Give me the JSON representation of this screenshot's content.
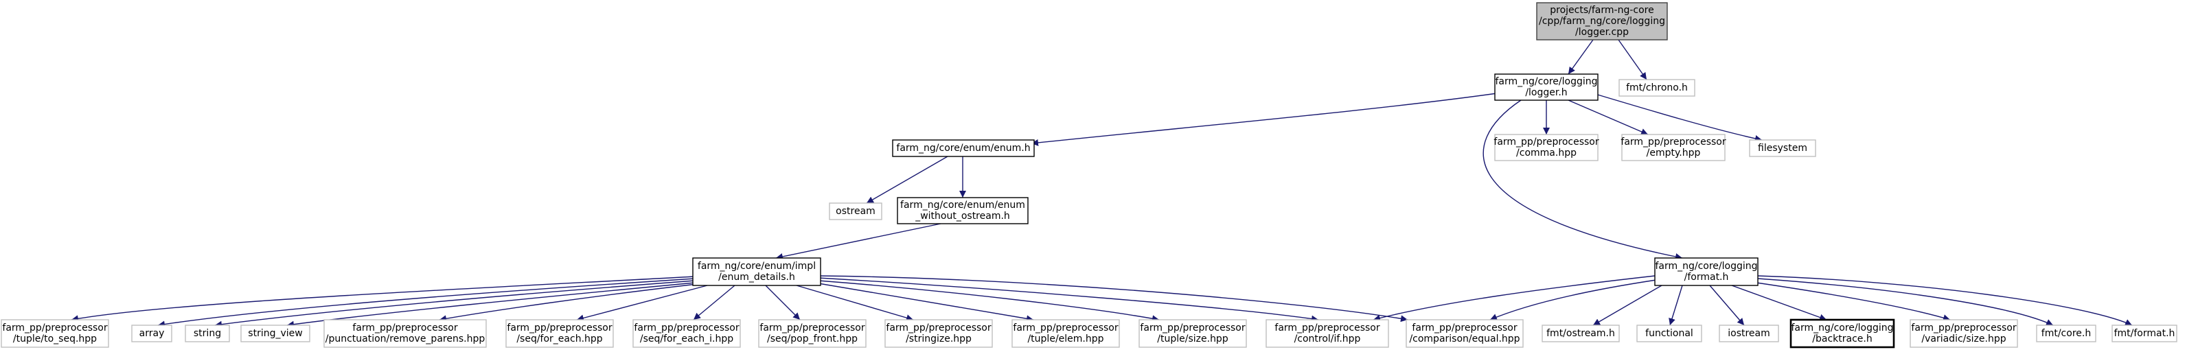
{
  "graph": {
    "title": "projects/farm-ng-core/cpp/farm_ng/core/logging/logger.cpp",
    "colors": {
      "edge": "#191970",
      "root_fill": "#bfbfbf",
      "root_stroke": "#404040",
      "node_stroke": "#000000",
      "external_stroke": "#bfbfbf",
      "text": "#000000"
    },
    "nodes": [
      {
        "id": "logger_cpp",
        "lines": [
          "projects/farm-ng-core",
          "/cpp/farm_ng/core/logging",
          "/logger.cpp"
        ],
        "style": "root"
      },
      {
        "id": "logger_h",
        "lines": [
          "farm_ng/core/logging",
          "/logger.h"
        ],
        "style": "internal"
      },
      {
        "id": "fmt_chrono",
        "lines": [
          "fmt/chrono.h"
        ],
        "style": "external"
      },
      {
        "id": "enum_h",
        "lines": [
          "farm_ng/core/enum/enum.h"
        ],
        "style": "internal"
      },
      {
        "id": "comma_hpp",
        "lines": [
          "farm_pp/preprocessor",
          "/comma.hpp"
        ],
        "style": "external"
      },
      {
        "id": "empty_hpp",
        "lines": [
          "farm_pp/preprocessor",
          "/empty.hpp"
        ],
        "style": "external"
      },
      {
        "id": "filesystem",
        "lines": [
          "filesystem"
        ],
        "style": "external"
      },
      {
        "id": "ostream",
        "lines": [
          "ostream"
        ],
        "style": "external"
      },
      {
        "id": "enum_wo_ostream",
        "lines": [
          "farm_ng/core/enum/enum",
          "_without_ostream.h"
        ],
        "style": "internal"
      },
      {
        "id": "enum_details",
        "lines": [
          "farm_ng/core/enum/impl",
          "/enum_details.h"
        ],
        "style": "internal"
      },
      {
        "id": "format_h",
        "lines": [
          "farm_ng/core/logging",
          "/format.h"
        ],
        "style": "internal"
      },
      {
        "id": "tuple_to_seq",
        "lines": [
          "farm_pp/preprocessor",
          "/tuple/to_seq.hpp"
        ],
        "style": "external"
      },
      {
        "id": "array",
        "lines": [
          "array"
        ],
        "style": "external"
      },
      {
        "id": "string",
        "lines": [
          "string"
        ],
        "style": "external"
      },
      {
        "id": "string_view",
        "lines": [
          "string_view"
        ],
        "style": "external"
      },
      {
        "id": "remove_parens",
        "lines": [
          "farm_pp/preprocessor",
          "/punctuation/remove_parens.hpp"
        ],
        "style": "external"
      },
      {
        "id": "for_each",
        "lines": [
          "farm_pp/preprocessor",
          "/seq/for_each.hpp"
        ],
        "style": "external"
      },
      {
        "id": "for_each_i",
        "lines": [
          "farm_pp/preprocessor",
          "/seq/for_each_i.hpp"
        ],
        "style": "external"
      },
      {
        "id": "pop_front",
        "lines": [
          "farm_pp/preprocessor",
          "/seq/pop_front.hpp"
        ],
        "style": "external"
      },
      {
        "id": "stringize",
        "lines": [
          "farm_pp/preprocessor",
          "/stringize.hpp"
        ],
        "style": "external"
      },
      {
        "id": "tuple_elem",
        "lines": [
          "farm_pp/preprocessor",
          "/tuple/elem.hpp"
        ],
        "style": "external"
      },
      {
        "id": "tuple_size",
        "lines": [
          "farm_pp/preprocessor",
          "/tuple/size.hpp"
        ],
        "style": "external"
      },
      {
        "id": "control_if",
        "lines": [
          "farm_pp/preprocessor",
          "/control/if.hpp"
        ],
        "style": "external"
      },
      {
        "id": "comparison_equal",
        "lines": [
          "farm_pp/preprocessor",
          "/comparison/equal.hpp"
        ],
        "style": "external"
      },
      {
        "id": "fmt_ostream",
        "lines": [
          "fmt/ostream.h"
        ],
        "style": "external"
      },
      {
        "id": "functional",
        "lines": [
          "functional"
        ],
        "style": "external"
      },
      {
        "id": "iostream",
        "lines": [
          "iostream"
        ],
        "style": "external"
      },
      {
        "id": "backtrace_h",
        "lines": [
          "farm_ng/core/logging",
          "/backtrace.h"
        ],
        "style": "internal-bold"
      },
      {
        "id": "variadic_size",
        "lines": [
          "farm_pp/preprocessor",
          "/variadic/size.hpp"
        ],
        "style": "external"
      },
      {
        "id": "fmt_core",
        "lines": [
          "fmt/core.h"
        ],
        "style": "external"
      },
      {
        "id": "fmt_format",
        "lines": [
          "fmt/format.h"
        ],
        "style": "external"
      }
    ],
    "edges": [
      {
        "from": "logger_cpp",
        "to": "logger_h"
      },
      {
        "from": "logger_cpp",
        "to": "fmt_chrono"
      },
      {
        "from": "logger_h",
        "to": "enum_h"
      },
      {
        "from": "logger_h",
        "to": "format_h"
      },
      {
        "from": "logger_h",
        "to": "comma_hpp"
      },
      {
        "from": "logger_h",
        "to": "empty_hpp"
      },
      {
        "from": "logger_h",
        "to": "filesystem"
      },
      {
        "from": "enum_h",
        "to": "ostream"
      },
      {
        "from": "enum_h",
        "to": "enum_wo_ostream"
      },
      {
        "from": "enum_wo_ostream",
        "to": "enum_details"
      },
      {
        "from": "enum_details",
        "to": "tuple_to_seq"
      },
      {
        "from": "enum_details",
        "to": "array"
      },
      {
        "from": "enum_details",
        "to": "string"
      },
      {
        "from": "enum_details",
        "to": "string_view"
      },
      {
        "from": "enum_details",
        "to": "remove_parens"
      },
      {
        "from": "enum_details",
        "to": "for_each"
      },
      {
        "from": "enum_details",
        "to": "for_each_i"
      },
      {
        "from": "enum_details",
        "to": "pop_front"
      },
      {
        "from": "enum_details",
        "to": "stringize"
      },
      {
        "from": "enum_details",
        "to": "tuple_elem"
      },
      {
        "from": "enum_details",
        "to": "tuple_size"
      },
      {
        "from": "enum_details",
        "to": "control_if"
      },
      {
        "from": "enum_details",
        "to": "comparison_equal"
      },
      {
        "from": "format_h",
        "to": "control_if"
      },
      {
        "from": "format_h",
        "to": "comparison_equal"
      },
      {
        "from": "format_h",
        "to": "fmt_ostream"
      },
      {
        "from": "format_h",
        "to": "functional"
      },
      {
        "from": "format_h",
        "to": "iostream"
      },
      {
        "from": "format_h",
        "to": "backtrace_h"
      },
      {
        "from": "format_h",
        "to": "variadic_size"
      },
      {
        "from": "format_h",
        "to": "fmt_core"
      },
      {
        "from": "format_h",
        "to": "fmt_format"
      }
    ]
  }
}
